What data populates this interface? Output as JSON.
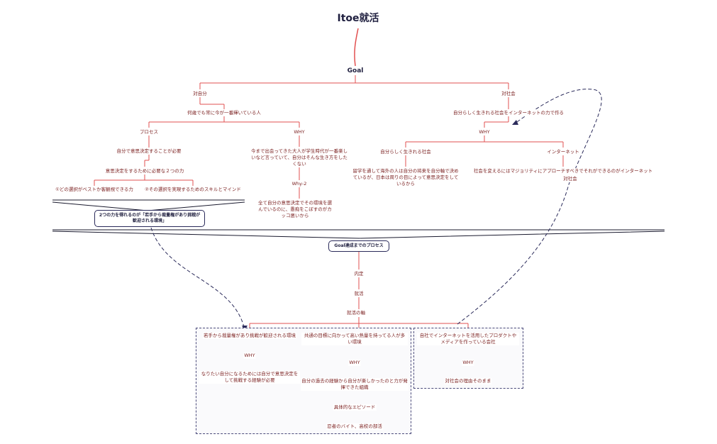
{
  "title": "Itoe就活",
  "goal": "Goal",
  "left": {
    "root": "対自分",
    "sub": "何歳でも常に今が一番輝いている人",
    "process": "プロセス",
    "p1": "自分で意思決定することが必要",
    "p2": "意思決定をするために必要な２つの力",
    "skill1": "①どの選択がベストか客観視できる力",
    "skill2": "②その選択を実現するためのスキルとマインド",
    "why": "WHY",
    "why_text": "今まで出会ってきた大人が学生時代が一番楽しいなど言っていて、自分はそんな生き方をしたくない",
    "why2": "Why-2",
    "why2_text": "全て自分の意思決定でその環境を選んでいるのに、愚痴をこぼすのがカッコ悪いから",
    "env_box": "2つの力を得れるのが「若手から裁量権があり挑戦が歓迎される環境」"
  },
  "right": {
    "root": "対社会",
    "sub": "自分らしく生きれる社会をインターネットの力で作る",
    "why": "WHY",
    "b1": "自分らしく生きれる社会",
    "b1_text": "留学を通して海外の人は自分の将来を自分軸で決めているが、日本は周りの目によって意思決定をしているから",
    "b2": "インターネット",
    "b2_text": "社会を変えるにはマジョリティにアプローチすべきでそれができるのがインターネット",
    "b2_sub": "対社会"
  },
  "process": {
    "box": "Goal達成までのプロセス",
    "n1": "内定",
    "n2": "就活",
    "n3": "就活の軸"
  },
  "axis": {
    "a1": "若手から裁量権があり挑戦が歓迎される環境",
    "a1_why": "WHY",
    "a1_text": "なりたい自分になるためには自分で意思決定をして挑戦する経験が必要",
    "a2": "共通の目標に向かって高い熱量を持ってる人が多い環境",
    "a2_why": "WHY",
    "a2_text": "自分の過去の経験から自分が楽しかったのと力が発揮できた組織",
    "a2_ep": "具体的なエピソード",
    "a2_ep_text": "忍者のバイト、高校の部活",
    "a3": "自社でインターネットを活用したプロダクトやメディアを作っている会社",
    "a3_why": "WHY",
    "a3_text": "対社会の理由そのまま"
  }
}
